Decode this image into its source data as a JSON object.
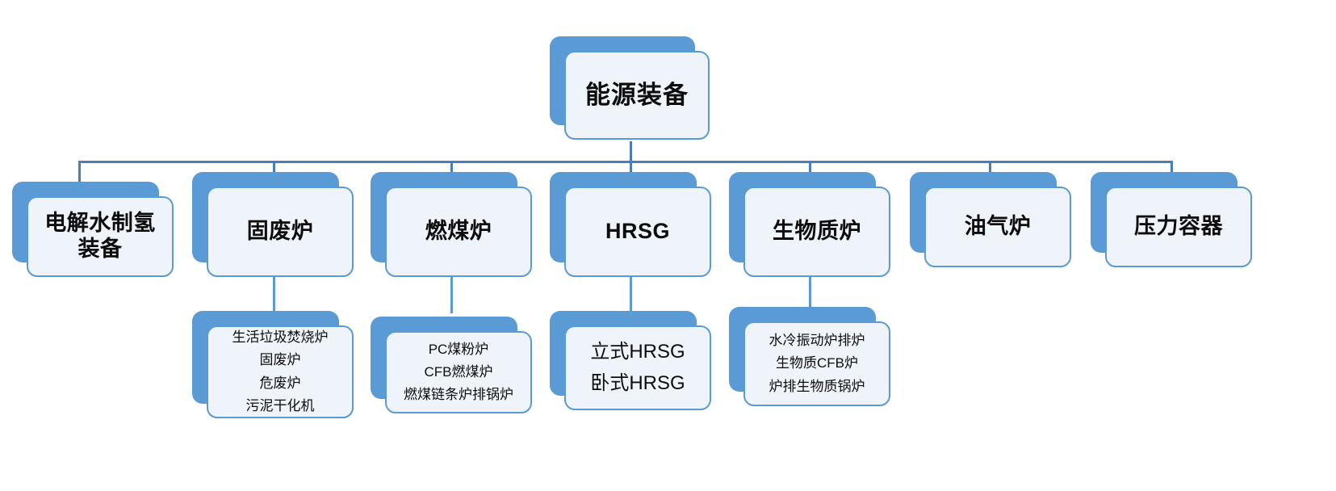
{
  "diagram": {
    "type": "org-chart",
    "title_text": "能源装备",
    "theme": {
      "accent": "#5B9BD5",
      "connector": "#4A7EBB",
      "box_fill": "#EFF3FA",
      "box_border": "#5B9BD5",
      "text": "#0D0D0D",
      "background": "#FFFFFF"
    },
    "root": {
      "label": "能源装备"
    },
    "categories": [
      {
        "label": "电解水制氢\n装备",
        "children": []
      },
      {
        "label": "固废炉",
        "children": [
          "生活垃圾焚烧炉",
          "固废炉",
          "危废炉",
          "污泥干化机"
        ]
      },
      {
        "label": "燃煤炉",
        "children": [
          "PC煤粉炉",
          "CFB燃煤炉",
          "燃煤链条炉排锅炉"
        ]
      },
      {
        "label": "HRSG",
        "children": [
          "立式HRSG",
          "卧式HRSG"
        ]
      },
      {
        "label": "生物质炉",
        "children": [
          "水冷振动炉排炉",
          "生物质CFB炉",
          "炉排生物质锅炉"
        ]
      },
      {
        "label": "油气炉",
        "children": []
      },
      {
        "label": "压力容器",
        "children": []
      }
    ],
    "leaf_groups": {
      "solid_waste": "生活垃圾焚烧炉\n固废炉\n危废炉\n污泥干化机",
      "coal": "PC煤粉炉\nCFB燃煤炉\n燃煤链条炉排锅炉",
      "hrsg": "立式HRSG\n卧式HRSG",
      "biomass": "水冷振动炉排炉\n生物质CFB炉\n炉排生物质锅炉"
    }
  }
}
